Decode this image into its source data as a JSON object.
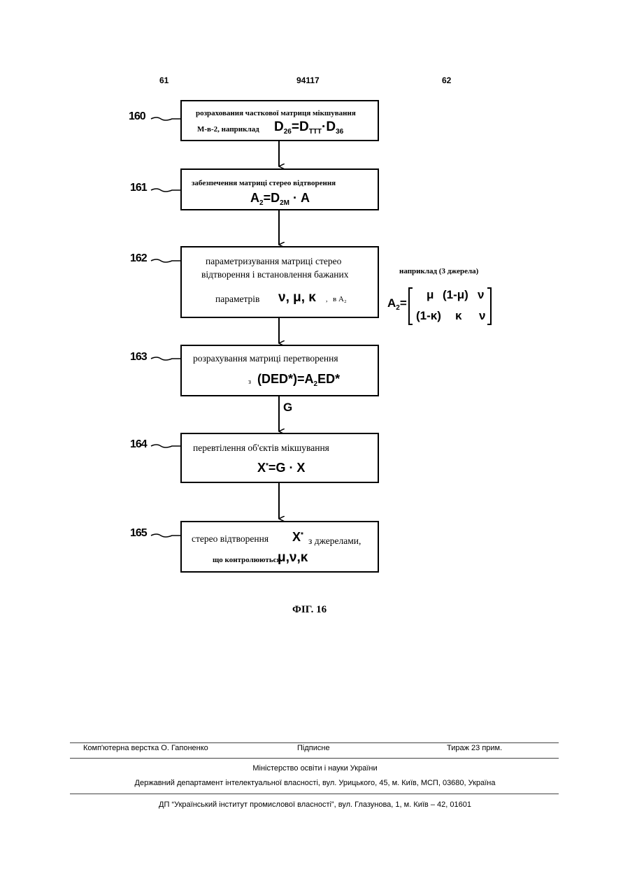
{
  "header": {
    "page_left": "61",
    "page_center": "94117",
    "page_right": "62"
  },
  "steps": [
    {
      "id": "160",
      "line1": "розрахования часткової матриця мікшування",
      "line2": "М-в-2, наприклад",
      "formula": {
        "a": "D",
        "a_sub": "26",
        "eq": "=",
        "b": "D",
        "b_sub": "TTT",
        "dot": "·",
        "c": "D",
        "c_sub": "36"
      }
    },
    {
      "id": "161",
      "line1": "забезпечення матриці стерео відтворення",
      "formula": {
        "a": "A",
        "a_sub": "2",
        "eq": "=",
        "b": "D",
        "b_sub": "2M",
        "dot": "·",
        "c": "A"
      }
    },
    {
      "id": "162",
      "line1": "параметризування матриці стерео",
      "line2": "відтворення і встановлення бажаних",
      "line3": "параметрів",
      "params": "ν, μ, κ",
      "sep": ",",
      "tail": "в A₂"
    },
    {
      "id": "163",
      "line1": "розрахування матриці перетворення",
      "prefix": "з",
      "formula": {
        "lhs": "(DED*)",
        "eq": "=",
        "rhs_a": "A",
        "rhs_sub": "2",
        "rhs_b": "ED*"
      }
    },
    {
      "id": "164",
      "line1": "перевтілення об'єктів мікшування",
      "formula": {
        "lhs": "X",
        "lhs_sup": "*",
        "eq": "=",
        "rhs": "G · X"
      }
    },
    {
      "id": "165",
      "line1": "стерео відтворення",
      "sym": "X",
      "sym_sup": "*",
      "line1b": "з джерелами,",
      "line2": "що контролюються",
      "params": "μ,ν,κ"
    }
  ],
  "arrow_label": "G",
  "side_note": {
    "title": "наприклад (3 джерела)",
    "lhs": "A",
    "lhs_sub": "2",
    "eq": "=",
    "row1": [
      "μ",
      "(1-μ)",
      "ν"
    ],
    "row2": [
      "(1-κ)",
      "κ",
      "ν"
    ]
  },
  "caption": "ФІГ. 16",
  "footer": {
    "typeset": "Комп'ютерна верстка О. Гапоненко",
    "signed": "Підписне",
    "circulation": "Тираж 23 прим.",
    "ministry": "Міністерство освіти і науки України",
    "department": "Державний департамент інтелектуальної власності, вул. Урицького, 45, м. Київ, МСП, 03680, Україна",
    "institute": "ДП “Український інститут промислової власності”, вул. Глазунова, 1, м. Київ – 42, 01601"
  }
}
